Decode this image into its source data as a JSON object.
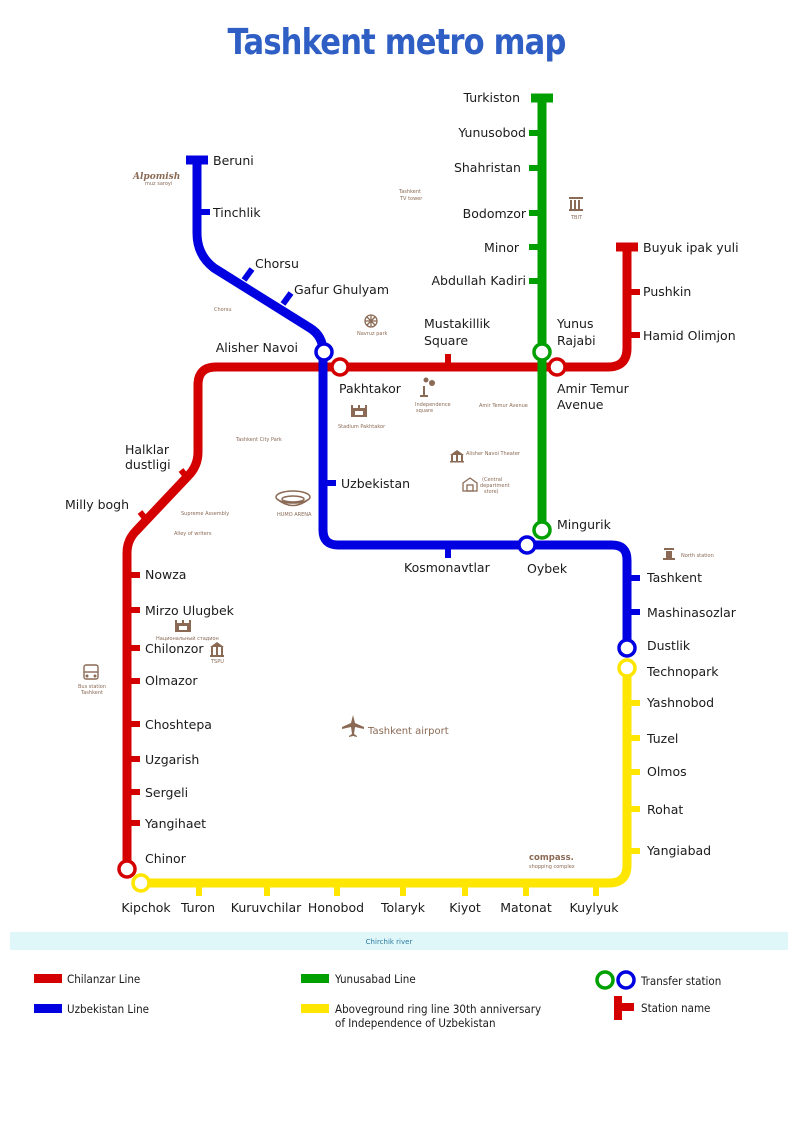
{
  "title": "Tashkent metro map",
  "colors": {
    "chilanzar": "#d40000",
    "uzbekistan": "#0000e0",
    "yunusabad": "#00a000",
    "ring": "#ffe600",
    "landmark": "#8a6a55",
    "title": "#2f5fc4",
    "river": "#e0f7fa"
  },
  "stations": {
    "turkiston": "Turkiston",
    "yunusobod": "Yunusobod",
    "shahristan": "Shahristan",
    "bodomzor": "Bodomzor",
    "minor": "Minor",
    "abdullah_kadiri": "Abdullah Kadiri",
    "yunus_rajabi_1": "Yunus",
    "yunus_rajabi_2": "Rajabi",
    "amir_temur_1": "Amir Temur",
    "amir_temur_2": "Avenue",
    "mingurik": "Mingurik",
    "beruni": "Beruni",
    "tinchlik": "Tinchlik",
    "chorsu": "Chorsu",
    "gafur_ghulyam": "Gafur Ghulyam",
    "alisher_navoi": "Alisher Navoi",
    "pakhtakor": "Pakhtakor",
    "uzbekistan": "Uzbekistan",
    "kosmonavtlar": "Kosmonavtlar",
    "oybek": "Oybek",
    "tashkent": "Tashkent",
    "mashinasozlar": "Mashinasozlar",
    "dustlik": "Dustlik",
    "buyuk_ipak_yuli": "Buyuk ipak yuli",
    "pushkin": "Pushkin",
    "hamid_olimjon": "Hamid Olimjon",
    "mustakillik_1": "Mustakillik",
    "mustakillik_2": "Square",
    "halklar_1": "Halklar",
    "halklar_2": "dustligi",
    "milly_bogh": "Milly bogh",
    "nowza": "Nowza",
    "mirzo_ulugbek": "Mirzo Ulugbek",
    "chilonzor": "Chilonzor",
    "olmazor": "Olmazor",
    "choshtepa": "Choshtepa",
    "uzgarish": "Uzgarish",
    "sergeli": "Sergeli",
    "yangihaet": "Yangihaet",
    "chinor": "Chinor",
    "kipchok": "Kipchok",
    "turon": "Turon",
    "kuruvchilar": "Kuruvchilar",
    "honobod": "Honobod",
    "tolaryk": "Tolaryk",
    "kiyot": "Kiyot",
    "matonat": "Matonat",
    "kuylyuk": "Kuylyuk",
    "technopark": "Technopark",
    "yashnobod": "Yashnobod",
    "tuzel": "Tuzel",
    "olmos": "Olmos",
    "rohat": "Rohat",
    "yangiabad": "Yangiabad"
  },
  "landmarks": {
    "alpomish_1": "Alpomish",
    "alpomish_2": "muz saroyi",
    "tv_tower_1": "Tashkent",
    "tv_tower_2": "TV tower",
    "tbit": "TBIT",
    "chorsu": "Chorsu",
    "navruz_park": "Navruz park",
    "independence_1": "Independence",
    "independence_2": "square",
    "amir_temur_avenue": "Amir Temur Avenue",
    "stadium_pakhtakor": "Stadium Pakhtakor",
    "tashkent_city_park": "Tashkent City Park",
    "alisher_navoi_theater": "Alisher Navoi Theater",
    "central_store_1": "(Central",
    "central_store_2": "department",
    "central_store_3": "store)",
    "humo_arena": "HUMO ARENA",
    "supreme_assembly": "Supreme Assembly",
    "alley_of_writers": "Alley of writers",
    "north_station": "North station",
    "national_stadium": "Национальный стадион",
    "tspu": "TSPU",
    "bus_station_1": "Bus station",
    "bus_station_2": "Tashkent",
    "tashkent_airport": "Tashkent airport",
    "compass_1": "compass.",
    "compass_2": "shopping complex"
  },
  "river": "Chirchik river",
  "legend": {
    "chilanzar": "Chilanzar Line",
    "uzbekistan": "Uzbekistan Line",
    "yunusabad": "Yunusabad Line",
    "ring_1": "Aboveground ring line 30th anniversary",
    "ring_2": "of Independence of Uzbekistan",
    "transfer": "Transfer station",
    "station_name": "Station name"
  }
}
